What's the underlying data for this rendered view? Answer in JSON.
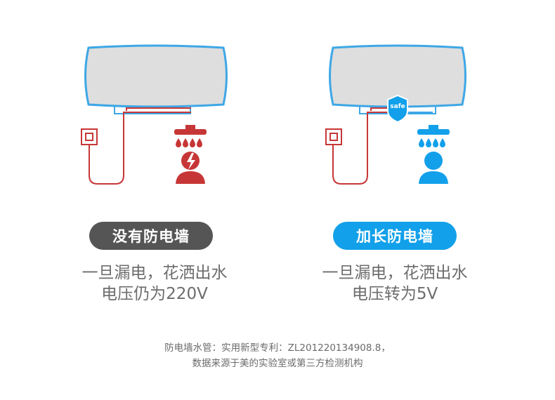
{
  "left": {
    "label": "没有防电墙",
    "desc_line1": "一旦漏电，花洒出水",
    "desc_line2": "电压仍为220V",
    "accent": "#d33b3b",
    "pill_color": "#555555",
    "icons": [
      "water-heater-icon",
      "power-socket-icon",
      "shower-head-icon",
      "water-drops-icon",
      "electric-shock-person-icon"
    ]
  },
  "right": {
    "label": "加长防电墙",
    "desc_line1": "一旦漏电，花洒出水",
    "desc_line2": "电压转为5V",
    "shield_text": "safe",
    "accent": "#12a0ea",
    "pill_color": "#12a0ea",
    "icons": [
      "water-heater-icon",
      "power-socket-icon",
      "safe-shield-icon",
      "shower-head-icon",
      "water-drops-icon",
      "person-icon"
    ]
  },
  "footnote": {
    "line1": "防电墙水管：实用新型专利：ZL201220134908.8，",
    "line2": "数据来源于美的实验室或第三方检测机构"
  },
  "colors": {
    "heater_fill": "#dedede",
    "heater_border": "#3ea7e6",
    "wire_red": "#c73636",
    "text_gray": "#6d6d6d"
  }
}
